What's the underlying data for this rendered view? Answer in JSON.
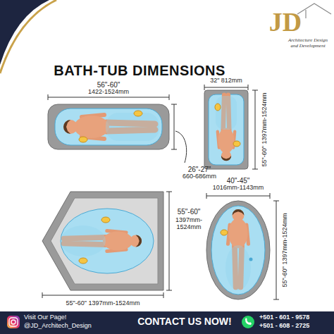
{
  "diagram": {
    "title": "BATH-TUB DIMENSIONS",
    "labels": [
      "JD",
      "Architecture Design and Development",
      "56\"-60\"",
      "1422-1524mm",
      "26\"-27\"",
      "660-686mm",
      "32\" 812mm",
      "55\"-60\" 1397mm-1524mm",
      "55\"-60\"",
      "1397mm-1524mm",
      "55\"-60\" 1397mm-1524mm",
      "40\"-45\"",
      "1016mm-1143mm",
      "55\"-60\" 1397mm-1524mm",
      "Visit Our Page!",
      "@JD_Architech_Design",
      "CONTACT US NOW!",
      "+501 - 601 - 9578",
      "+501 - 608 - 2725"
    ]
  }
}
